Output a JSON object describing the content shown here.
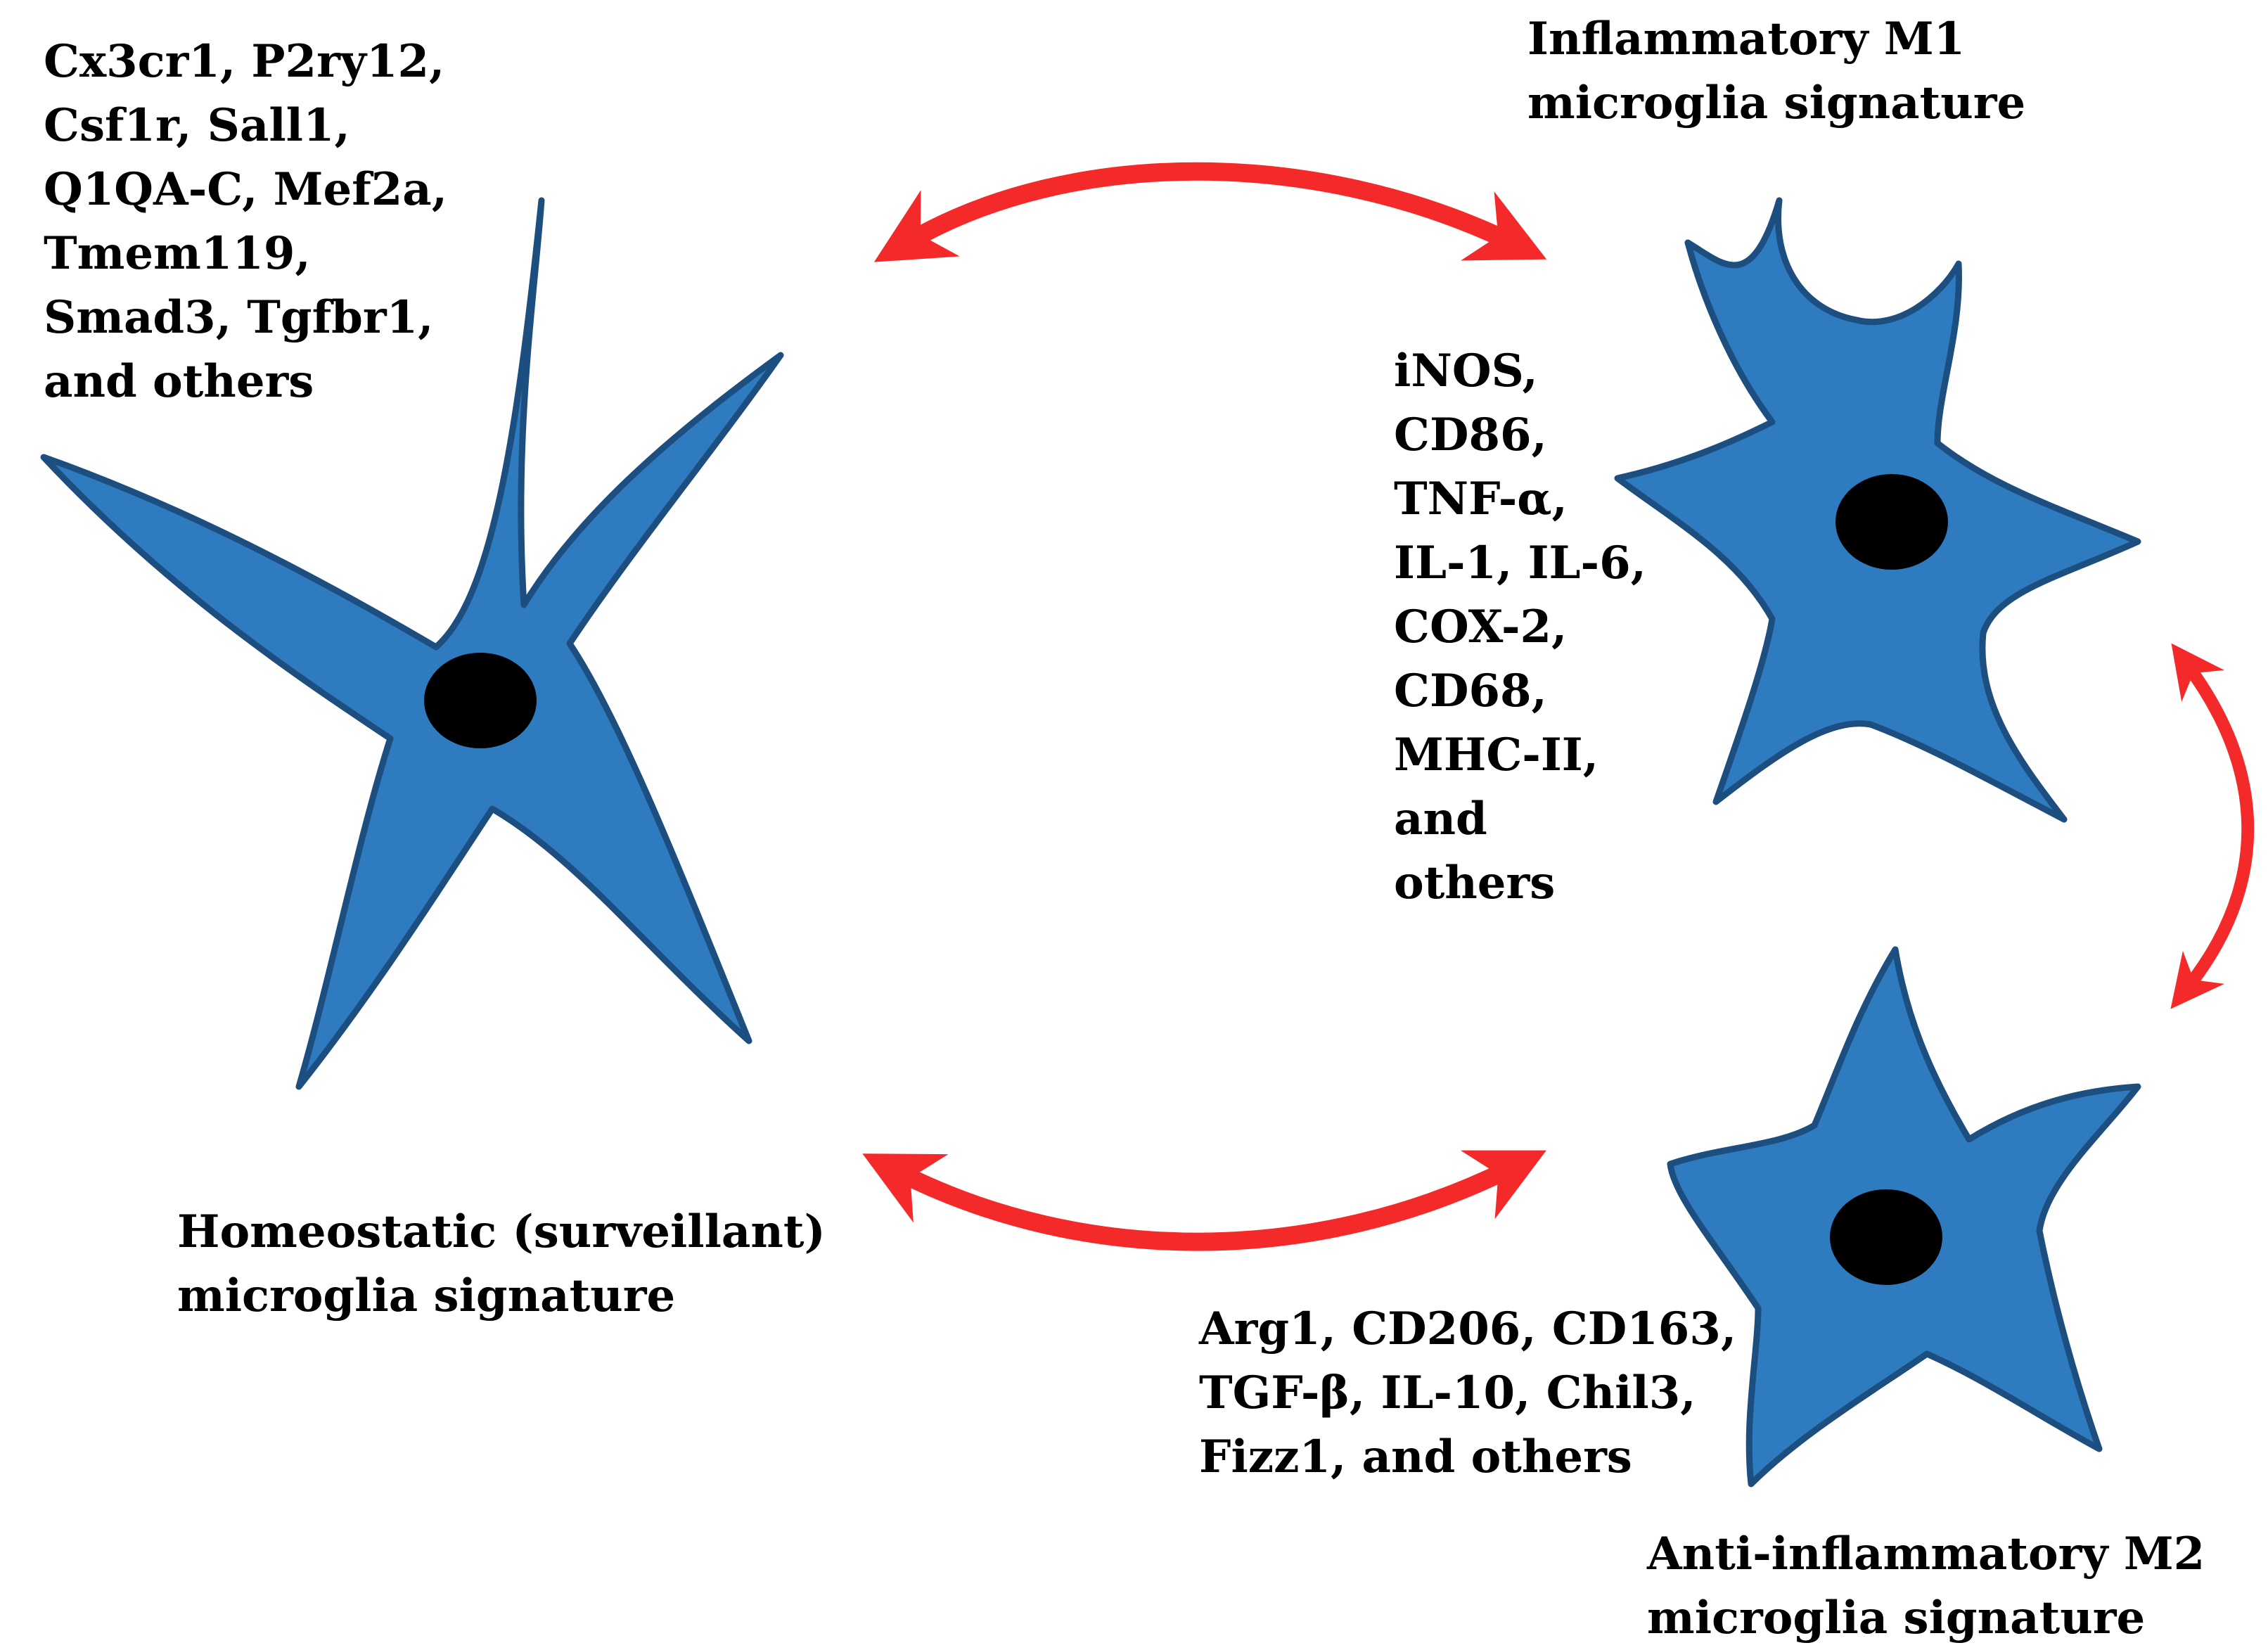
{
  "colors": {
    "cell_fill": "#2e7bc0",
    "cell_stroke": "#1d4e80",
    "nucleus": "#000000",
    "arrow": "#f42a2a",
    "text": "#000000"
  },
  "homeostatic": {
    "markers": [
      "Cx3cr1, P2ry12,",
      "Csf1r, Sall1,",
      "Q1QA-C, Mef2a,",
      "Tmem119,",
      "Smad3, Tgfbr1,",
      "and others"
    ],
    "title": [
      "Homeostatic (surveillant)",
      "microglia signature"
    ]
  },
  "m1": {
    "title": [
      "Inflammatory M1",
      "microglia signature"
    ],
    "markers": [
      "iNOS,",
      "CD86,",
      "TNF-α,",
      "IL-1, IL-6,",
      "COX-2,",
      "CD68,",
      "MHC-II,",
      "and",
      "others"
    ]
  },
  "m2": {
    "markers": [
      "Arg1, CD206, CD163,",
      "TGF-β, IL-10, Chil3,",
      "Fizz1, and others"
    ],
    "title": [
      "Anti-inflammatory M2",
      "microglia signature"
    ]
  }
}
